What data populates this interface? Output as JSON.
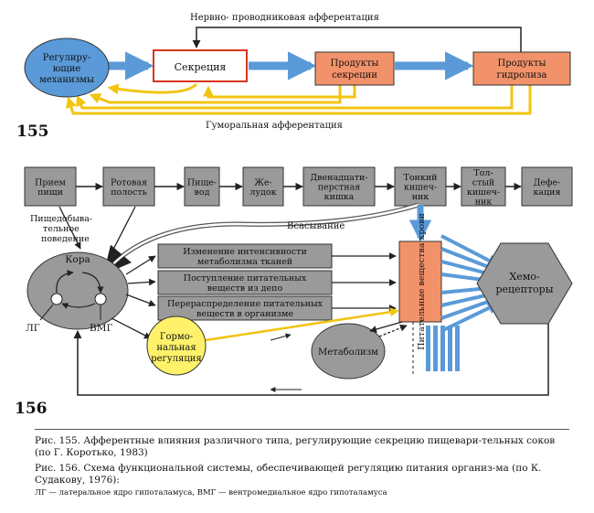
{
  "fig155": {
    "number": "155",
    "top_label": "Нервно- проводниковая афферентация",
    "bottom_label": "Гуморальная афферентация",
    "regulating": [
      "Регулиру-",
      "ющие",
      "механизмы"
    ],
    "secretion": "Секреция",
    "products_secretion": [
      "Продукты",
      "секреции"
    ],
    "products_hydrolysis": [
      "Продукты",
      "гидролиза"
    ]
  },
  "fig156": {
    "number": "156",
    "chain": [
      [
        "Прием",
        "пищи"
      ],
      [
        "Ротовая",
        "полость"
      ],
      [
        "Пище-",
        "вод"
      ],
      [
        "Же-",
        "лудок"
      ],
      [
        "Двенадцати-",
        "перстная",
        "кишка"
      ],
      [
        "Тонкий",
        "кишеч-",
        "ник"
      ],
      [
        "Тол-",
        "стый",
        "кишеч-",
        "ник"
      ],
      [
        "Дефе-",
        "кация"
      ]
    ],
    "behavior": [
      "Пищедобыва-",
      "тельное",
      "поведение"
    ],
    "absorption": "Всасывание",
    "cortex": "Кора",
    "lg": "ЛГ",
    "vmg": "ВМГ",
    "effects": [
      [
        "Изменение интенсивности",
        "метаболизма тканей"
      ],
      [
        "Поступление питательных",
        "веществ  из депо"
      ],
      [
        "Перераспределение питательных",
        "веществ в организме"
      ]
    ],
    "blood": "Питательные вещества крови",
    "chemoreceptors": [
      "Хемо-",
      "рецепторы"
    ],
    "hormonal": [
      "Гормо-",
      "нальная",
      "регуляция"
    ],
    "metabolism": "Метаболизм"
  },
  "captions": {
    "c155": "Рис. 155. Афферентные влияния различного типа, регулирующие секрецию пищевари-тельных соков (по Г. Коротько, 1983)",
    "c156": "Рис. 156. Схема функциональной системы, обеспечивающей регуляцию питания организ-ма (по К. Судакову, 1976):",
    "legend": "ЛГ — латеральное ядро гипоталамуса, ВМГ — вентромедиальное ядро гипоталамуса"
  },
  "colors": {
    "blue": "#5a9ad8",
    "yellow": "#f2c40f",
    "orange": "#f2926a",
    "gray": "#9a9a9a",
    "red": "#d9331f",
    "light_yellow": "#fff26a"
  }
}
